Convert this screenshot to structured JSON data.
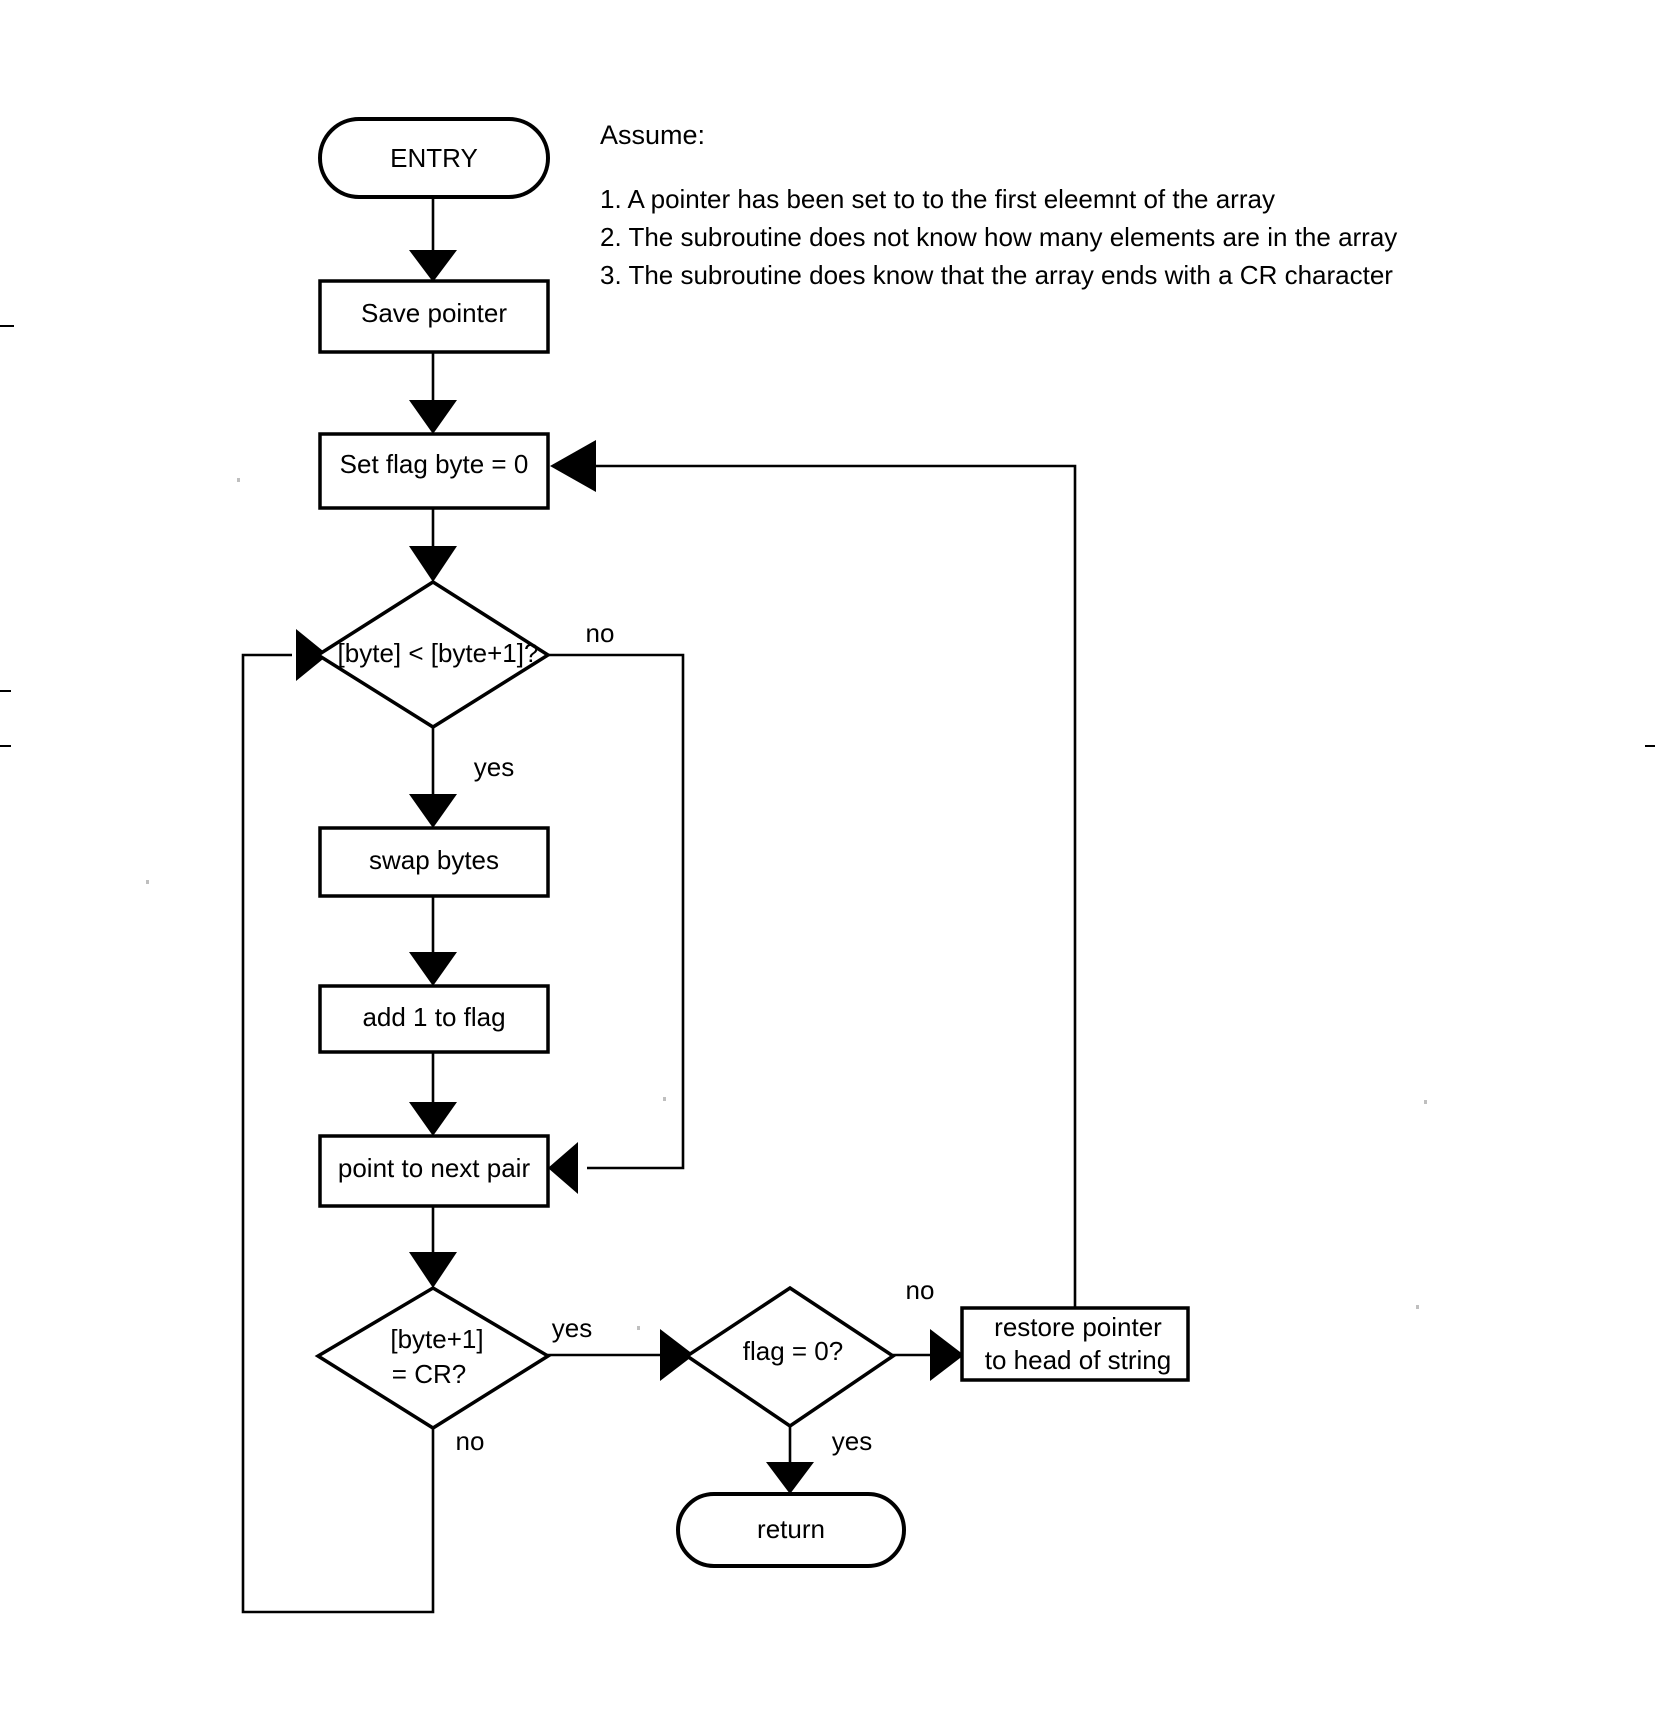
{
  "document": {
    "kind": "flowchart",
    "title": "Bubble sort subroutine flowchart"
  },
  "notes": {
    "heading": "Assume:",
    "items": [
      "1. A pointer has been set to to the first eleemnt of the array",
      "2. The subroutine does not know how many elements are in the array",
      "3. The subroutine does know that the array ends with a CR character"
    ]
  },
  "flowchart": {
    "nodes": {
      "entry": {
        "label": "ENTRY",
        "shape": "terminal"
      },
      "save_pointer": {
        "label": "Save pointer",
        "shape": "process"
      },
      "set_flag": {
        "label": "Set flag byte = 0",
        "shape": "process"
      },
      "compare": {
        "label": "[byte] < [byte+1]?",
        "shape": "decision"
      },
      "swap": {
        "label": "swap bytes",
        "shape": "process"
      },
      "add_flag": {
        "label": "add 1 to flag",
        "shape": "process"
      },
      "next_pair": {
        "label": "point to next pair",
        "shape": "process"
      },
      "cr_check_line1": {
        "label": "[byte+1]",
        "shape": "decision"
      },
      "cr_check_line2": {
        "label": "= CR?",
        "shape": "decision"
      },
      "flag_check": {
        "label": "flag = 0?",
        "shape": "decision"
      },
      "restore_line1": {
        "label": "restore pointer",
        "shape": "process"
      },
      "restore_line2": {
        "label": "to head of string",
        "shape": "process"
      },
      "return": {
        "label": "return",
        "shape": "terminal"
      }
    },
    "edge_labels": {
      "compare_no": "no",
      "compare_yes": "yes",
      "cr_yes": "yes",
      "cr_no": "no",
      "flag_no": "no",
      "flag_yes": "yes"
    },
    "colors": {
      "ink": "#000000",
      "paper": "#ffffff"
    }
  }
}
